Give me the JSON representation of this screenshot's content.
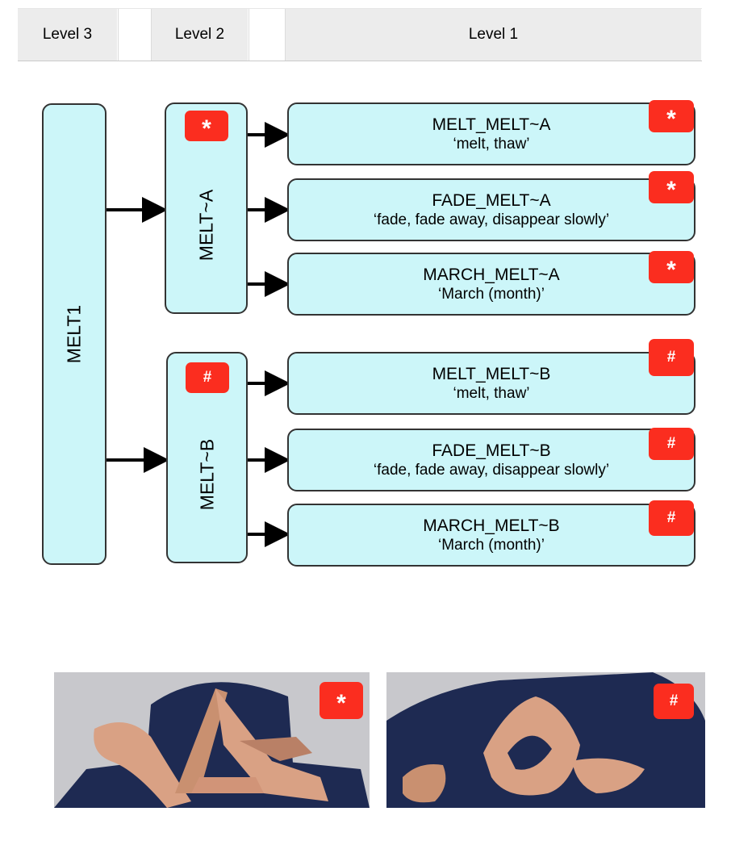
{
  "header": {
    "level3": "Level 3",
    "level2": "Level 2",
    "level1": "Level 1"
  },
  "diagram": {
    "root": "MELT1",
    "groups": [
      {
        "label": "MELT~A",
        "badge": "*",
        "items": [
          {
            "gloss": "MELT_MELT~A",
            "meaning": "‘melt, thaw’",
            "badge": "*"
          },
          {
            "gloss": "FADE_MELT~A",
            "meaning": "‘fade, fade away, disappear slowly’",
            "badge": "*"
          },
          {
            "gloss": "MARCH_MELT~A",
            "meaning": "‘March (month)’",
            "badge": "*"
          }
        ]
      },
      {
        "label": "MELT~B",
        "badge": "#",
        "items": [
          {
            "gloss": "MELT_MELT~B",
            "meaning": "‘melt, thaw’",
            "badge": "#"
          },
          {
            "gloss": "FADE_MELT~B",
            "meaning": "‘fade, fade away, disappear slowly’",
            "badge": "#"
          },
          {
            "gloss": "MARCH_MELT~B",
            "meaning": "‘March (month)’",
            "badge": "#"
          }
        ]
      }
    ]
  },
  "photos": [
    {
      "badge": "*"
    },
    {
      "badge": "#"
    }
  ],
  "colors": {
    "box_fill": "#ccf6f9",
    "badge": "#fb2d1f",
    "photo_background": "#c8c8cc",
    "shirt": "#1e2a52",
    "skin": "#d9a184"
  }
}
